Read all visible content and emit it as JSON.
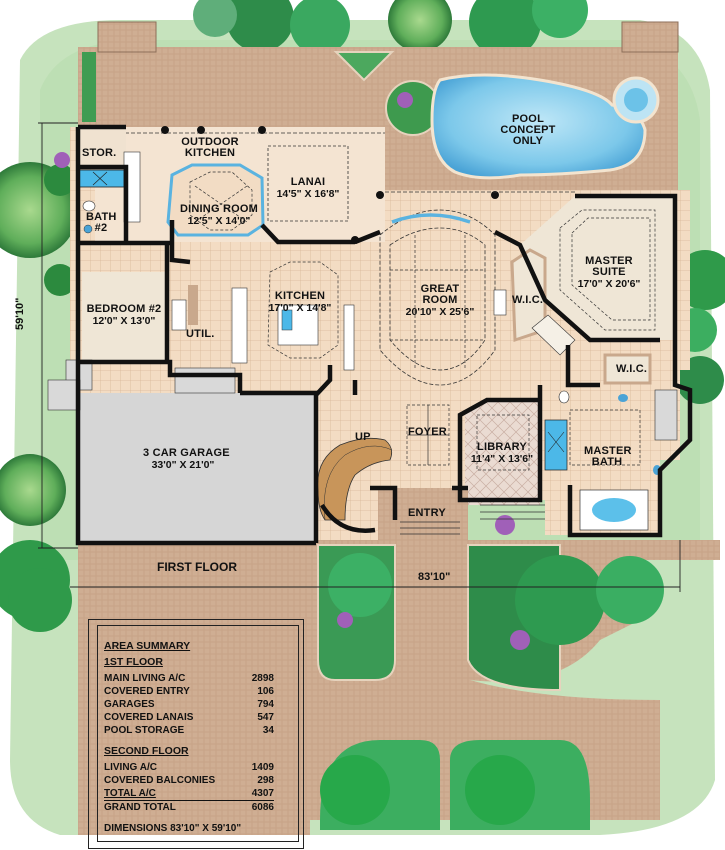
{
  "plan": {
    "floor_label": "FIRST FLOOR",
    "overall_width": "83'10\"",
    "overall_depth": "59'10\"",
    "colors": {
      "paver": "#c9a88c",
      "floor_tile": "#f2dcc4",
      "garage": "#d5d5d5",
      "wall": "#111111",
      "pool": "#7cc8ea",
      "lawn": "#bfe0b5",
      "foliage": "#2f9a4a",
      "flower": "#a060b8",
      "carpet": "#efe6d6",
      "stair": "#c8955a"
    }
  },
  "rooms": {
    "outdoor_kitchen": {
      "name": "OUTDOOR KITCHEN"
    },
    "stor": {
      "name": "STOR."
    },
    "bath2": {
      "name": "BATH #2"
    },
    "dining": {
      "name": "DINING ROOM",
      "dim": "12'5\" X 14'0\""
    },
    "lanai": {
      "name": "LANAI",
      "dim": "14'5\" X 16'8\""
    },
    "bedroom2": {
      "name": "BEDROOM #2",
      "dim": "12'0\" X 13'0\""
    },
    "util": {
      "name": "UTIL."
    },
    "kitchen": {
      "name": "KITCHEN",
      "dim": "17'0\" X 14'8\""
    },
    "great_room": {
      "name": "GREAT ROOM",
      "dim": "20'10\" X 25'6\""
    },
    "wic1": {
      "name": "W.I.C."
    },
    "master_suite": {
      "name": "MASTER SUITE",
      "dim": "17'0\" X 20'6\""
    },
    "wic2": {
      "name": "W.I.C."
    },
    "garage": {
      "name": "3 CAR GARAGE",
      "dim": "33'0\" X 21'0\""
    },
    "up": {
      "name": "UP"
    },
    "foyer": {
      "name": "FOYER"
    },
    "library": {
      "name": "LIBRARY",
      "dim": "11'4\" X 13'6\""
    },
    "master_bath": {
      "name": "MASTER BATH"
    },
    "entry": {
      "name": "ENTRY"
    },
    "pool": {
      "name": "POOL CONCEPT ONLY"
    }
  },
  "area_summary": {
    "title": "AREA SUMMARY",
    "first_floor": {
      "heading": "1ST FLOOR",
      "rows": [
        {
          "label": "MAIN LIVING A/C",
          "value": "2898"
        },
        {
          "label": "COVERED ENTRY",
          "value": "106"
        },
        {
          "label": "GARAGES",
          "value": "794"
        },
        {
          "label": "COVERED LANAIS",
          "value": "547"
        },
        {
          "label": "POOL STORAGE",
          "value": "34"
        }
      ]
    },
    "second_floor": {
      "heading": "SECOND FLOOR",
      "rows": [
        {
          "label": "LIVING A/C",
          "value": "1409"
        },
        {
          "label": "COVERED BALCONIES",
          "value": "298"
        },
        {
          "label": "TOTAL A/C",
          "value": "4307"
        },
        {
          "label": "GRAND TOTAL",
          "value": "6086"
        }
      ]
    },
    "dimensions": "DIMENSIONS 83'10\" X 59'10\""
  }
}
